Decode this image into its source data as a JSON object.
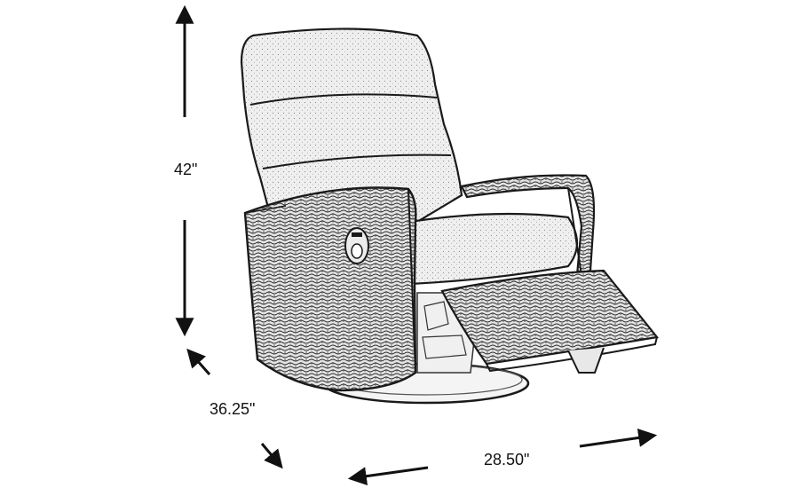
{
  "dimensions": {
    "height": "42\"",
    "depth": "36.25\"",
    "width": "28.50\""
  },
  "colors": {
    "line": "#1a1a1a",
    "weave_fill": "#e6e6e6",
    "cushion_fill": "#efefef",
    "background": "#ffffff"
  }
}
